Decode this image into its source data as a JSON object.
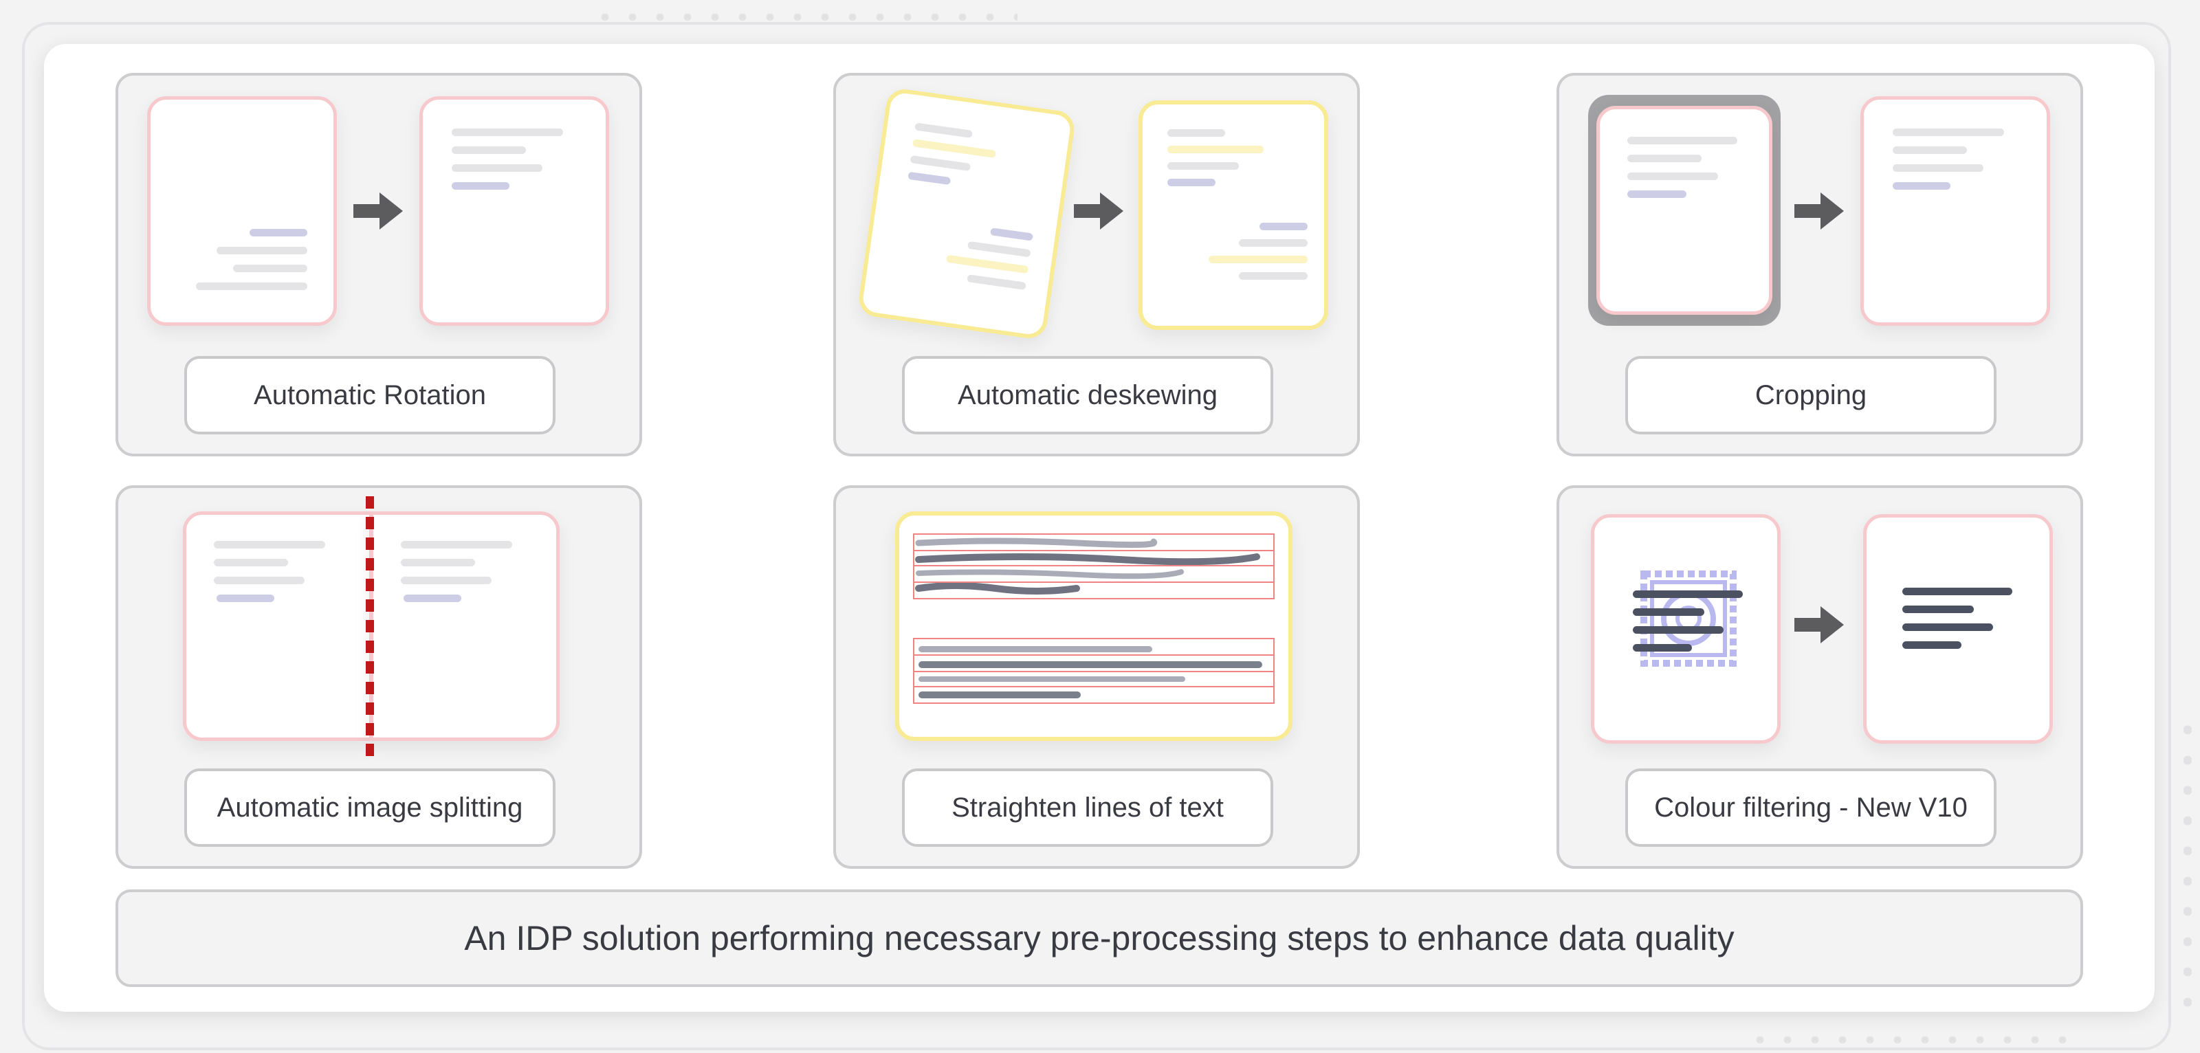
{
  "tiles": {
    "rotation": {
      "label": "Automatic Rotation"
    },
    "deskewing": {
      "label": "Automatic deskewing"
    },
    "cropping": {
      "label": "Cropping"
    },
    "splitting": {
      "label": "Automatic image splitting"
    },
    "straighten": {
      "label": "Straighten lines of text"
    },
    "colour": {
      "label": "Colour filtering - New V10"
    }
  },
  "footer": {
    "text": "An IDP solution performing necessary pre-processing steps to enhance data quality"
  },
  "icons": {
    "arrow": "right-arrow-icon",
    "stamp": "stamp-seal-icon"
  },
  "colors": {
    "tile_bg": "#f3f3f4",
    "doc_border_pink": "#f7c9cc",
    "doc_border_yellow": "#f8eb94",
    "arrow": "#5c5c5e",
    "split_line": "#c01818",
    "row_box": "#ef8282",
    "stamp": "#b9b9f0",
    "text_dark": "#4b5160"
  }
}
